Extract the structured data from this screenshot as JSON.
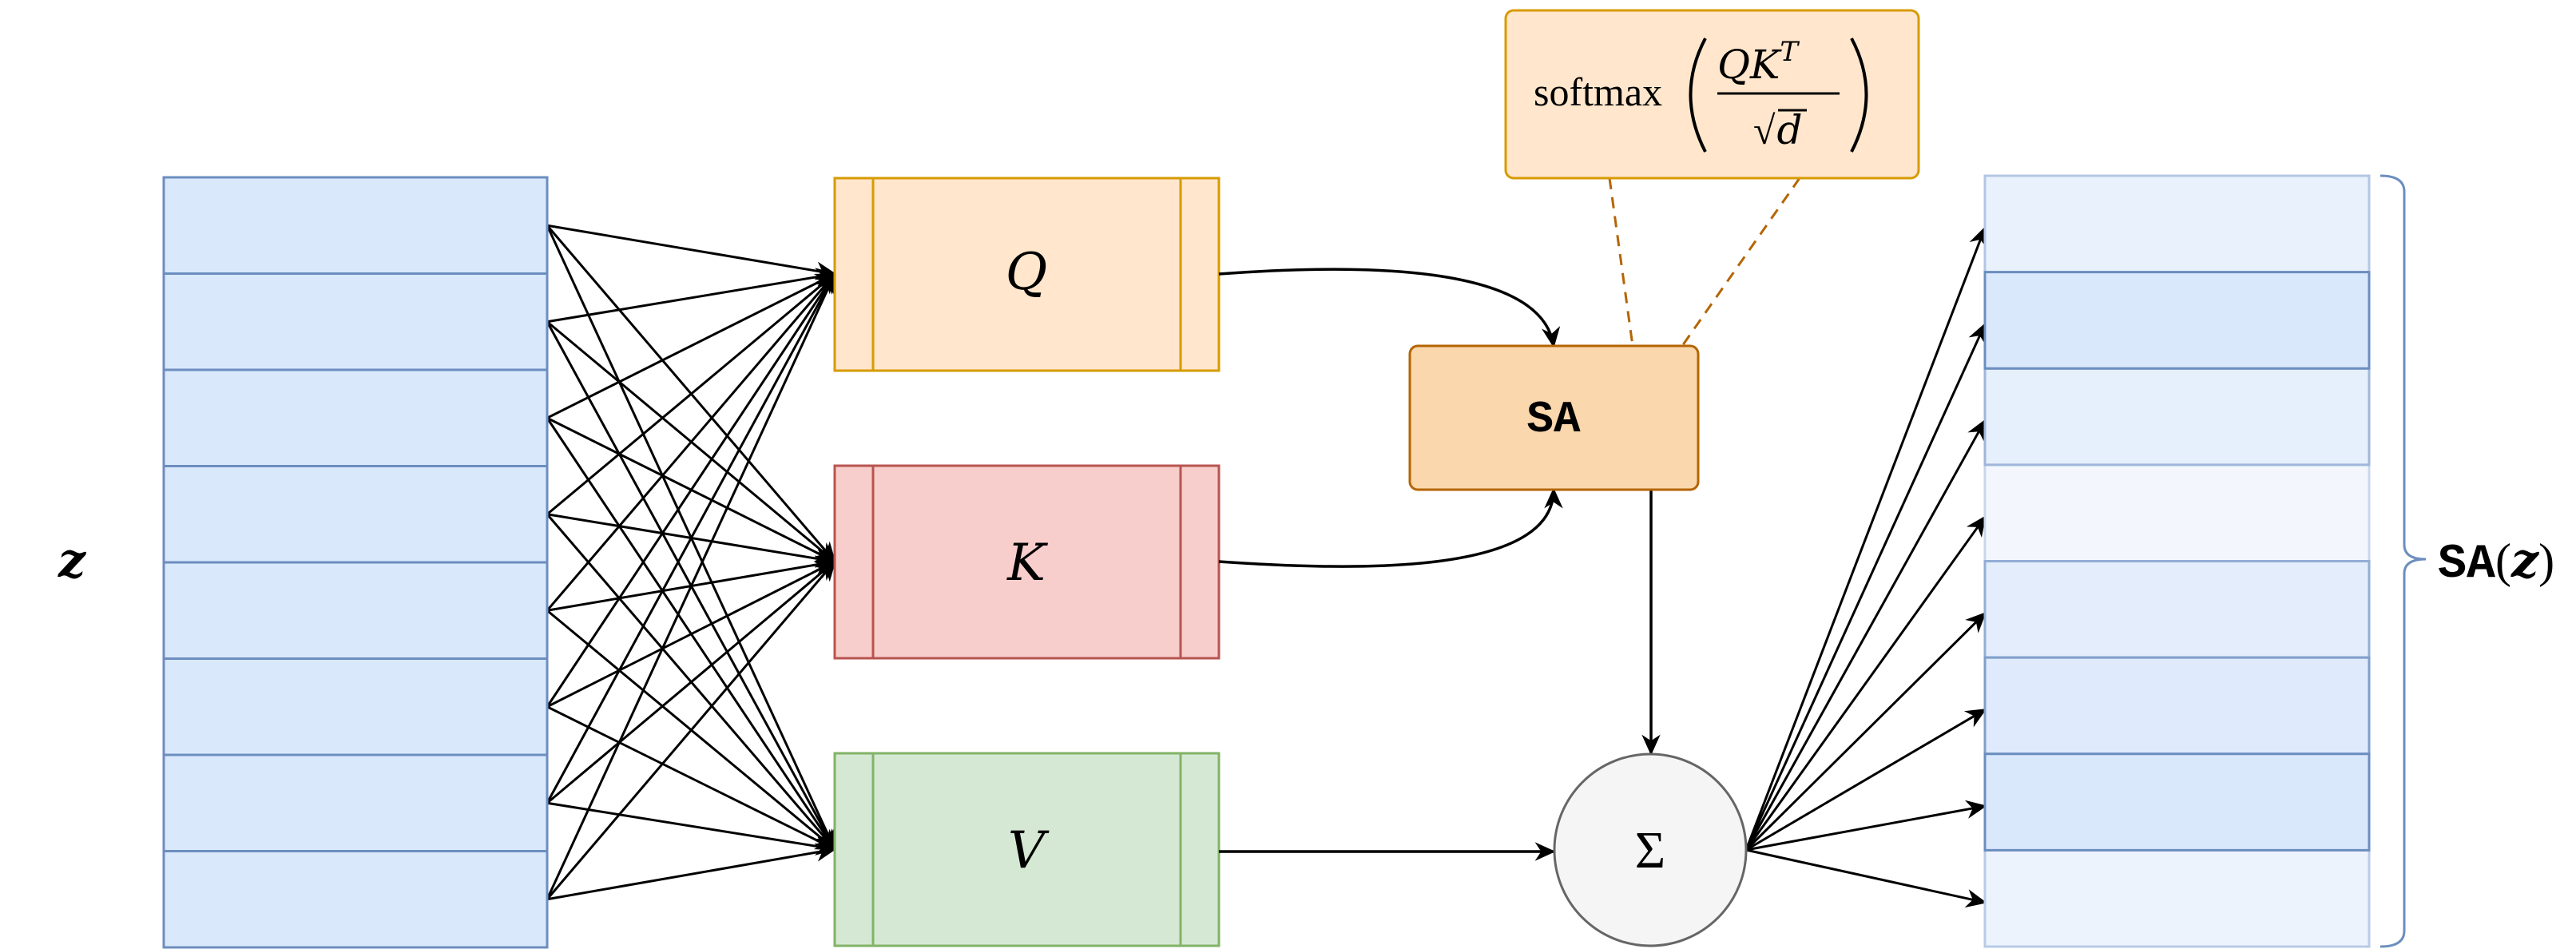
{
  "title": "Self-attention block diagram",
  "input": {
    "label": "z",
    "rows": 8,
    "fill": "#dae8fc",
    "stroke": "#6c8ebf"
  },
  "projections": [
    {
      "id": "q",
      "label": "Q",
      "fill": "#ffe6cc",
      "stroke": "#d79b00"
    },
    {
      "id": "k",
      "label": "K",
      "fill": "#f8cecc",
      "stroke": "#b85450"
    },
    {
      "id": "v",
      "label": "V",
      "fill": "#d5e8d4",
      "stroke": "#82b366"
    }
  ],
  "attention": {
    "label": "SA",
    "fill": "#fad7ac",
    "stroke": "#b46504"
  },
  "formula": {
    "prefix": "softmax",
    "numerator": "QK",
    "numerator_sup": "T",
    "denominator_radical": "√",
    "denominator": "d",
    "fill": "#ffe6cc",
    "stroke": "#d79b00",
    "connector_color": "#b46504"
  },
  "sum_node": {
    "label": "Σ",
    "fill": "#f5f5f5",
    "stroke": "#666666"
  },
  "output": {
    "label_prefix": "SA",
    "label_arg": "z",
    "label_open": "(",
    "label_close": ")",
    "row_fills": [
      "#e9f1fc",
      "#dae8fc",
      "#e6effc",
      "#f3f7fd",
      "#e3edfc",
      "#dfeafc",
      "#dae8fc",
      "#edf3fd"
    ],
    "row_strokes": [
      "#b3c7e3",
      "#6c8ebf",
      "#9fb7da",
      "#c9d7ec",
      "#93aed6",
      "#7f9fca",
      "#6c8ebf",
      "#b9cbe5"
    ]
  },
  "colors": {
    "edge": "#000000",
    "brace": "#6c8ebf"
  }
}
